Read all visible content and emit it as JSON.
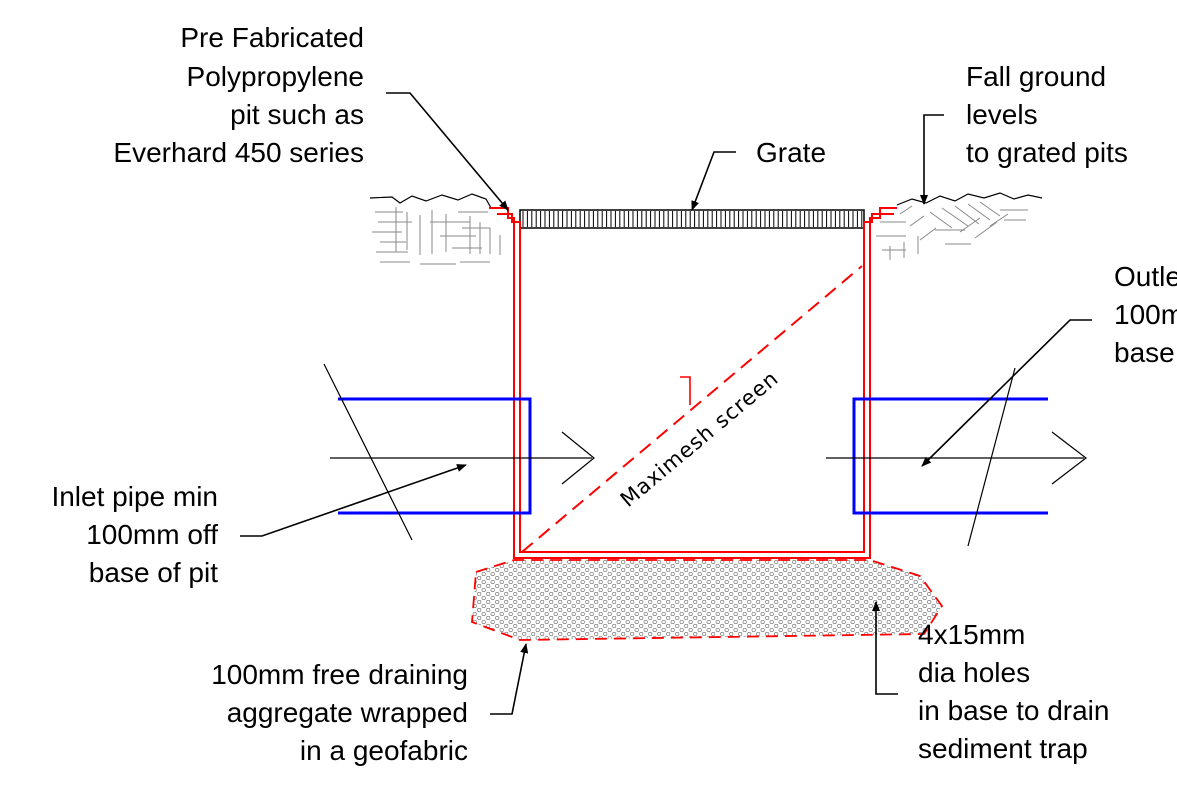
{
  "labels": {
    "pit": [
      "Pre Fabricated",
      "Polypropylene",
      "pit such as",
      "Everhard 450 series"
    ],
    "grate": "Grate",
    "fall": [
      "Fall ground",
      "levels",
      "to grated pits"
    ],
    "outlet": [
      "Outle",
      "100m",
      "base"
    ],
    "screen": "Maximesh screen",
    "inlet": [
      "Inlet pipe min",
      "100mm off",
      "base of pit"
    ],
    "aggregate": [
      "100mm free draining",
      "aggregate wrapped",
      "in a geofabric"
    ],
    "holes": [
      "4x15mm",
      "dia holes",
      "in base to drain",
      "sediment trap"
    ]
  },
  "colors": {
    "pit_wall": "#ff0000",
    "pipe": "#0000ff",
    "line": "#000000",
    "aggregate": "#b0b0b0"
  }
}
